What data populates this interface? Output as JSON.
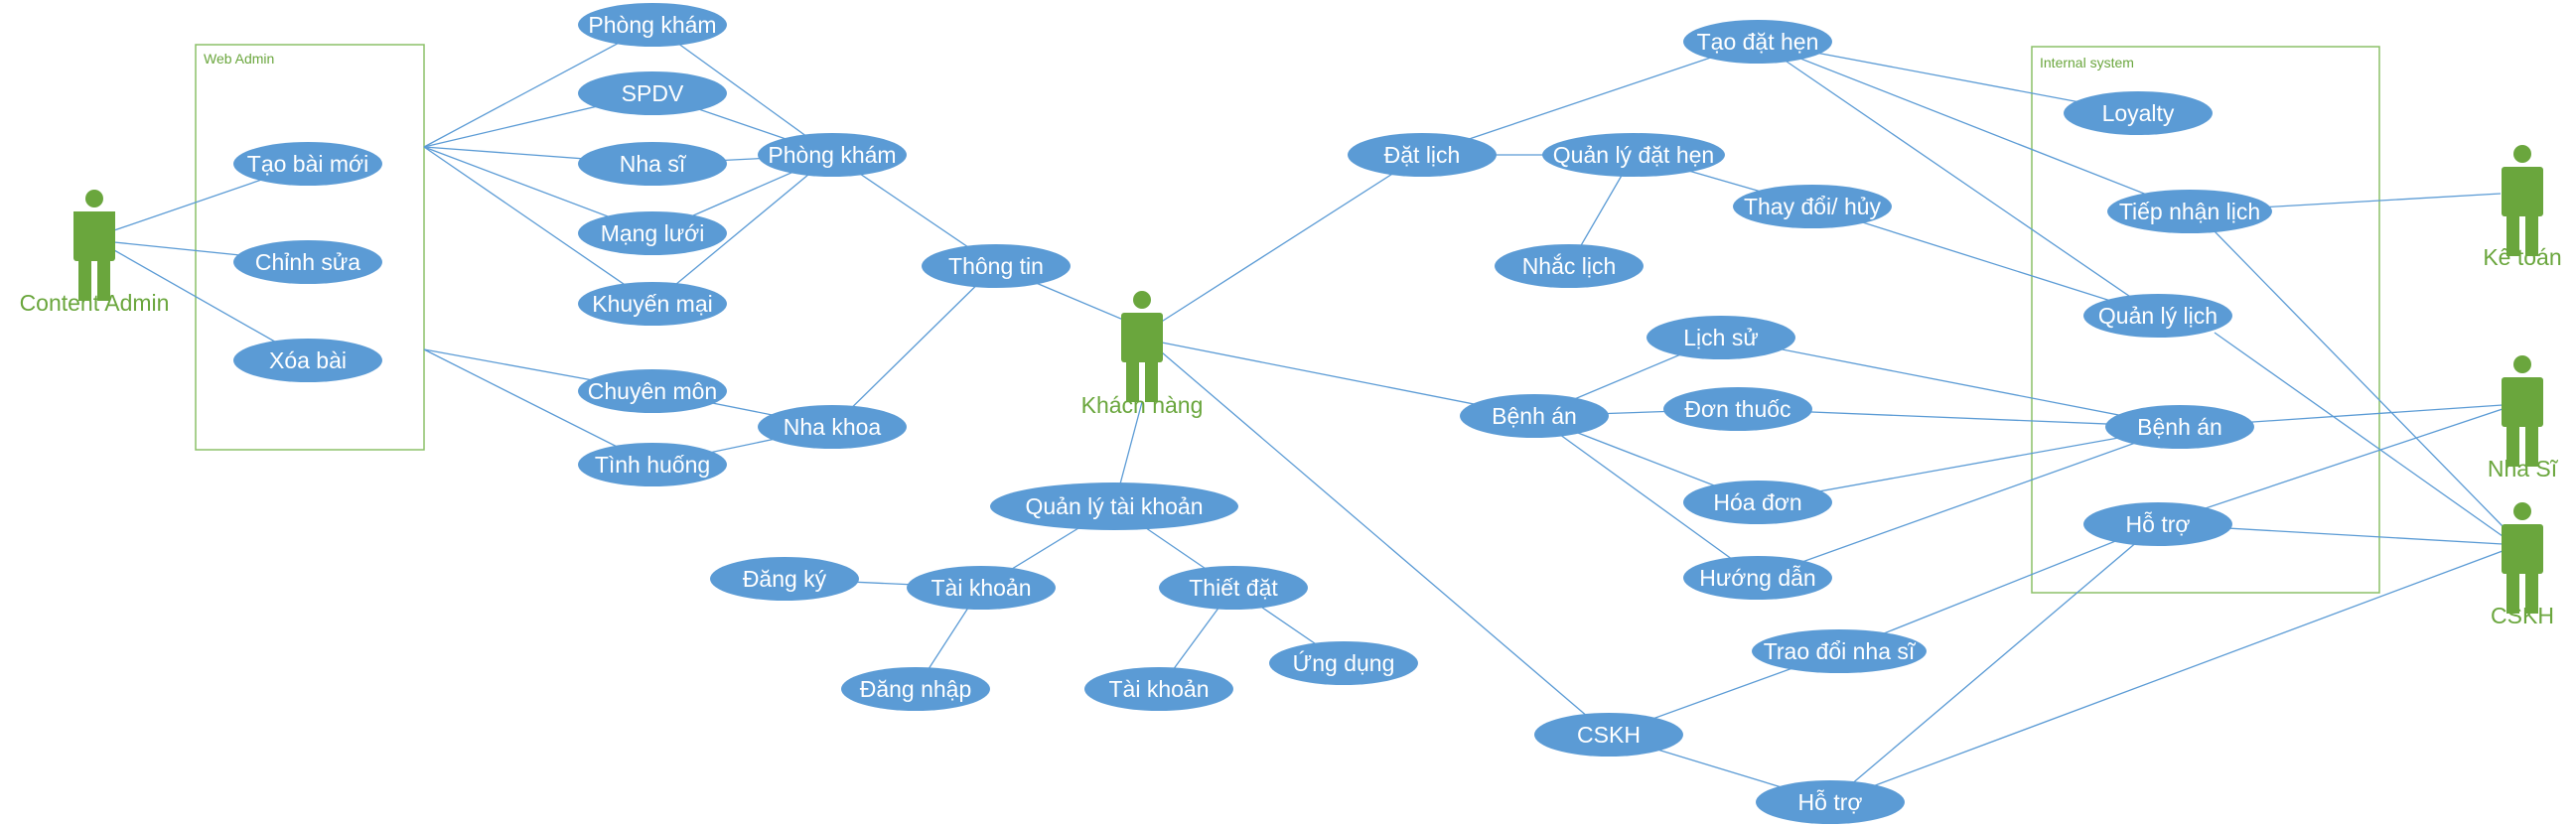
{
  "colors": {
    "usecase_fill": "#5b9bd5",
    "usecase_text": "#ffffff",
    "actor": "#6aa63d",
    "line": "#5b9bd5",
    "boundary": "#8cc068"
  },
  "boundaries": {
    "web_admin": "Web Admin",
    "internal_system": "Internal system"
  },
  "actors": {
    "content_admin": "Content Admin",
    "khach_hang": "Khách hàng",
    "ke_toan": "Kế toán",
    "nha_si": "Nha Sĩ",
    "cskh": "CSKH"
  },
  "usecases": {
    "tao_bai_moi": "Tạo bài mới",
    "chinh_sua": "Chỉnh sửa",
    "xoa_bai": "Xóa bài",
    "phong_kham_top": "Phòng khám",
    "spdv": "SPDV",
    "nha_si_uc": "Nha sĩ",
    "mang_luoi": "Mạng lưới",
    "khuyen_mai": "Khuyến mại",
    "phong_kham": "Phòng khám",
    "chuyen_mon": "Chuyên môn",
    "tinh_huong": "Tình huống",
    "nha_khoa": "Nha khoa",
    "thong_tin": "Thông tin",
    "quan_ly_tai_khoan": "Quản lý tài khoản",
    "dang_ky": "Đăng ký",
    "tai_khoan": "Tài khoản",
    "dang_nhap": "Đăng nhập",
    "thiet_dat": "Thiết đặt",
    "tai_khoan_2": "Tài khoản",
    "ung_dung": "Ứng dụng",
    "dat_lich": "Đặt lịch",
    "tao_dat_hen": "Tạo đặt hẹn",
    "quan_ly_dat_hen": "Quản lý đặt hẹn",
    "thay_doi_huy": "Thay đổi/ hủy",
    "nhac_lich": "Nhắc lịch",
    "benh_an": "Bệnh án",
    "lich_su": "Lịch sử",
    "don_thuoc": "Đơn thuốc",
    "hoa_don": "Hóa đơn",
    "huong_dan": "Hướng dẫn",
    "cskh_uc": "CSKH",
    "trao_doi_nha_si": "Trao đổi nha sĩ",
    "ho_tro_bottom": "Hỗ trợ",
    "loyalty": "Loyalty",
    "tiep_nhan_lich": "Tiếp nhận lịch",
    "quan_ly_lich": "Quản lý lịch",
    "benh_an_internal": "Bệnh án",
    "ho_tro_internal": "Hỗ trợ"
  }
}
